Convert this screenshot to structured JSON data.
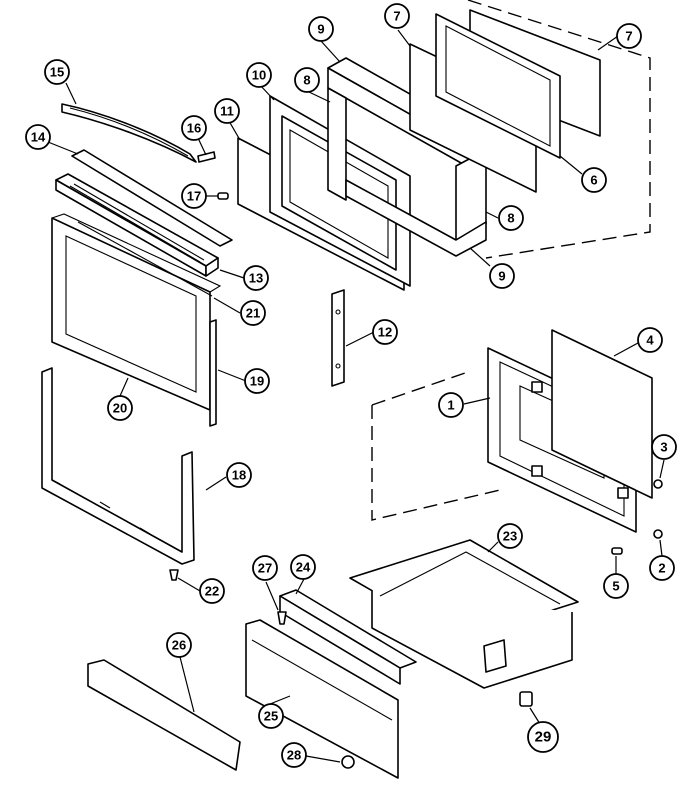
{
  "callouts": [
    {
      "id": "c1",
      "label": "1"
    },
    {
      "id": "c2",
      "label": "2"
    },
    {
      "id": "c3",
      "label": "3"
    },
    {
      "id": "c4",
      "label": "4"
    },
    {
      "id": "c5",
      "label": "5"
    },
    {
      "id": "c6",
      "label": "6"
    },
    {
      "id": "c7a",
      "label": "7"
    },
    {
      "id": "c7b",
      "label": "7"
    },
    {
      "id": "c8a",
      "label": "8"
    },
    {
      "id": "c8b",
      "label": "8"
    },
    {
      "id": "c9a",
      "label": "9"
    },
    {
      "id": "c9b",
      "label": "9"
    },
    {
      "id": "c10",
      "label": "10"
    },
    {
      "id": "c11",
      "label": "11"
    },
    {
      "id": "c12",
      "label": "12"
    },
    {
      "id": "c13",
      "label": "13"
    },
    {
      "id": "c14",
      "label": "14"
    },
    {
      "id": "c15",
      "label": "15"
    },
    {
      "id": "c16",
      "label": "16"
    },
    {
      "id": "c17",
      "label": "17"
    },
    {
      "id": "c18",
      "label": "18"
    },
    {
      "id": "c19",
      "label": "19"
    },
    {
      "id": "c20",
      "label": "20"
    },
    {
      "id": "c21",
      "label": "21"
    },
    {
      "id": "c22",
      "label": "22"
    },
    {
      "id": "c23",
      "label": "23"
    },
    {
      "id": "c24",
      "label": "24"
    },
    {
      "id": "c25",
      "label": "25"
    },
    {
      "id": "c26",
      "label": "26"
    },
    {
      "id": "c27",
      "label": "27"
    },
    {
      "id": "c28",
      "label": "28"
    },
    {
      "id": "c29",
      "label": "29"
    }
  ]
}
